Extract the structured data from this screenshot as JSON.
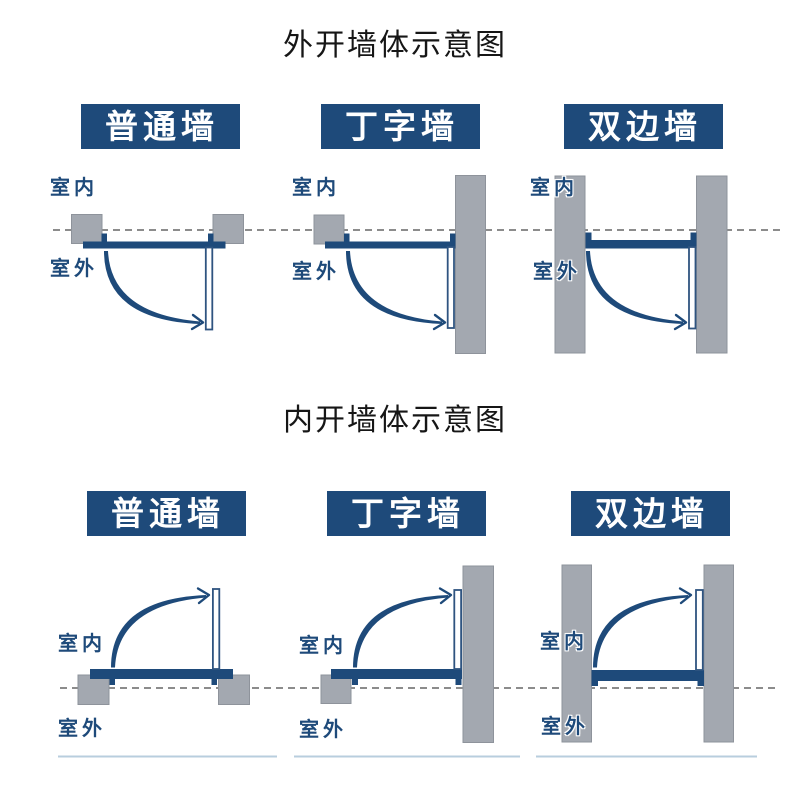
{
  "colors": {
    "navy": "#1e4a7a",
    "wall": "#a3a8b0",
    "wall_border": "#8e939b",
    "dash": "#8c8c8c",
    "divider": "#b8cede",
    "leaf_border": "#2f5480",
    "title_text": "#161616"
  },
  "icons": {
    "door_swing_arrow": "tapered navy arc with open chevron arrowhead",
    "wall_centerline": "gray dashed horizontal line"
  },
  "sections": [
    {
      "title": "外开墙体示意图",
      "panels": [
        {
          "title": "普通墙",
          "indoor": "室内",
          "outdoor": "室外"
        },
        {
          "title": "丁字墙",
          "indoor": "室内",
          "outdoor": "室外"
        },
        {
          "title": "双边墙",
          "indoor": "室内",
          "outdoor": "室外"
        }
      ]
    },
    {
      "title": "内开墙体示意图",
      "panels": [
        {
          "title": "普通墙",
          "indoor": "室内",
          "outdoor": "室外"
        },
        {
          "title": "丁字墙",
          "indoor": "室内",
          "outdoor": "室外"
        },
        {
          "title": "双边墙",
          "indoor": "室内",
          "outdoor": "室外"
        }
      ]
    }
  ]
}
